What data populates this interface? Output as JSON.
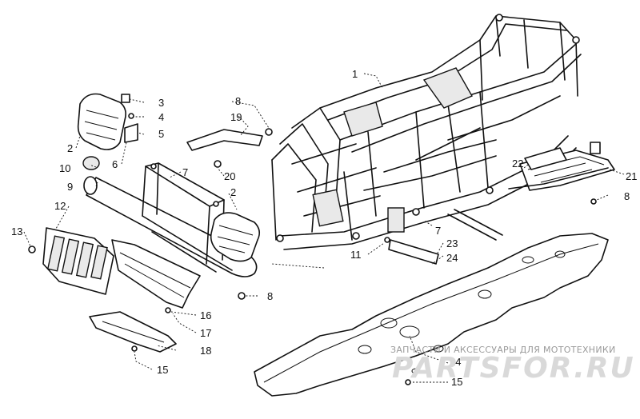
{
  "callouts": {
    "c1": "1",
    "c2a": "2",
    "c2b": "2",
    "c3": "3",
    "c4": "4",
    "c5": "5",
    "c6": "6",
    "c7a": "7",
    "c7b": "7",
    "c8a": "8",
    "c8b": "8",
    "c8c": "8",
    "c9": "9",
    "c10": "10",
    "c11": "11",
    "c12": "12",
    "c13": "13",
    "c14": "14",
    "c15a": "15",
    "c15b": "15",
    "c16": "16",
    "c17": "17",
    "c18": "18",
    "c19": "19",
    "c20": "20",
    "c21": "21",
    "c22": "22",
    "c23": "23",
    "c24": "24"
  },
  "watermark": {
    "tagline": "ЗАПЧАСТИ И АКСЕССУАРЫ ДЛЯ МОТОТЕХНИКИ",
    "brand": "PARTSFOR.RU"
  },
  "colors": {
    "line": "#111111",
    "watermark": "#9a9a9a"
  }
}
